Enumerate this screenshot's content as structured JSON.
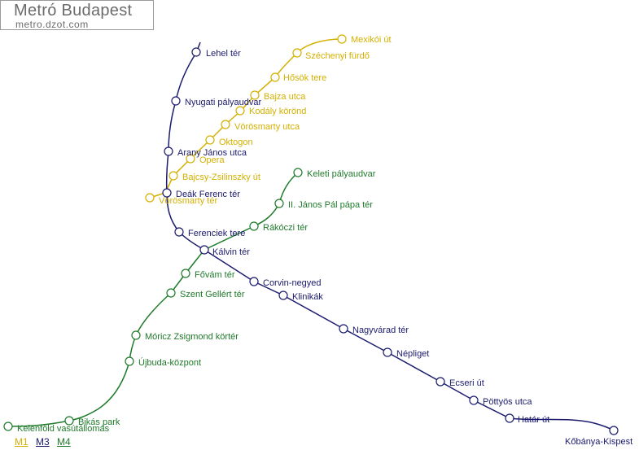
{
  "header": {
    "title": "Metró Budapest",
    "subtitle": "metro.dzot.com"
  },
  "legend": {
    "m1": "M1",
    "m3": "M3",
    "m4": "M4"
  },
  "colors": {
    "m1": "#d4b000",
    "m3": "#1b1b6e",
    "m4": "#1f7a2a"
  },
  "lines": {
    "m1": {
      "stations": [
        "Mexikói út",
        "Széchenyi fürdő",
        "Hősök tere",
        "Bajza utca",
        "Kodály körönd",
        "Vörösmarty utca",
        "Oktogon",
        "Opera",
        "Bajcsy-Zsilinszky út",
        "Deák Ferenc tér",
        "Vörösmarty tér"
      ]
    },
    "m3": {
      "stations": [
        "Lehel tér",
        "Nyugati pályaudvar",
        "Arany János utca",
        "Deák Ferenc tér",
        "Ferenciek tere",
        "Kálvin tér",
        "Corvin-negyed",
        "Klinikák",
        "Nagyvárad tér",
        "Népliget",
        "Ecseri út",
        "Pöttyös utca",
        "Határ út",
        "Kőbánya-Kispest"
      ]
    },
    "m4": {
      "stations": [
        "Keleti pályaudvar",
        "II. János Pál pápa tér",
        "Rákóczi tér",
        "Kálvin tér",
        "Fővám tér",
        "Szent Gellért tér",
        "Móricz Zsigmond körtér",
        "Újbuda-központ",
        "Bikás park",
        "Kelenföld vasútállomás"
      ]
    }
  }
}
